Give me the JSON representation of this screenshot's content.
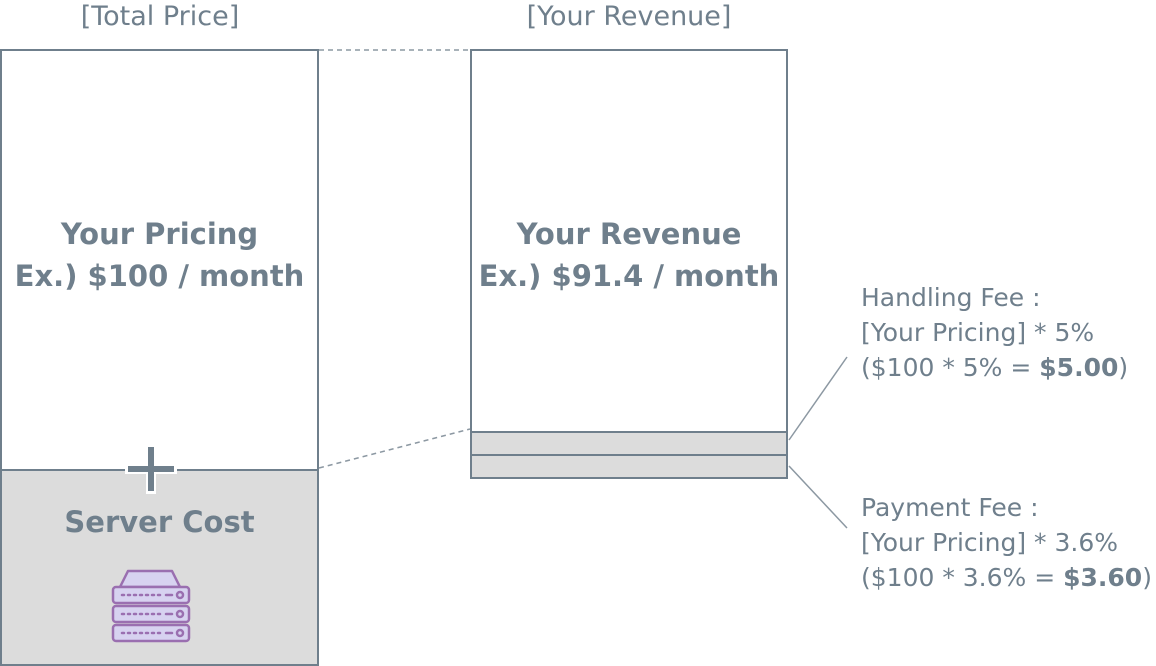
{
  "headers": {
    "total_price": "[Total Price]",
    "your_revenue": "[Your Revenue]"
  },
  "left_box": {
    "pricing_title": "Your Pricing",
    "pricing_example": "Ex.) $100 / month",
    "server_cost_label": "Server Cost",
    "server_icon": "server-icon",
    "plus_icon": "plus-icon"
  },
  "right_box": {
    "revenue_title": "Your Revenue",
    "revenue_example": "Ex.) $91.4 / month"
  },
  "fees": {
    "handling": {
      "title": "Handling Fee :",
      "formula": "[Your Pricing] * 5%",
      "calc_prefix": "($100 * 5% = ",
      "calc_result": "$5.00",
      "calc_suffix": ")"
    },
    "payment": {
      "title": "Payment Fee :",
      "formula": "[Your Pricing] * 3.6%",
      "calc_prefix": "($100 * 3.6% = ",
      "calc_result": "$3.60",
      "calc_suffix": ")"
    }
  },
  "colors": {
    "text": "#6f7f8c",
    "border": "#6f7f8c",
    "fill_gray": "#dcdcdc",
    "server_icon_stroke": "#9a6fb0",
    "server_icon_fill": "#d7d2f0"
  }
}
